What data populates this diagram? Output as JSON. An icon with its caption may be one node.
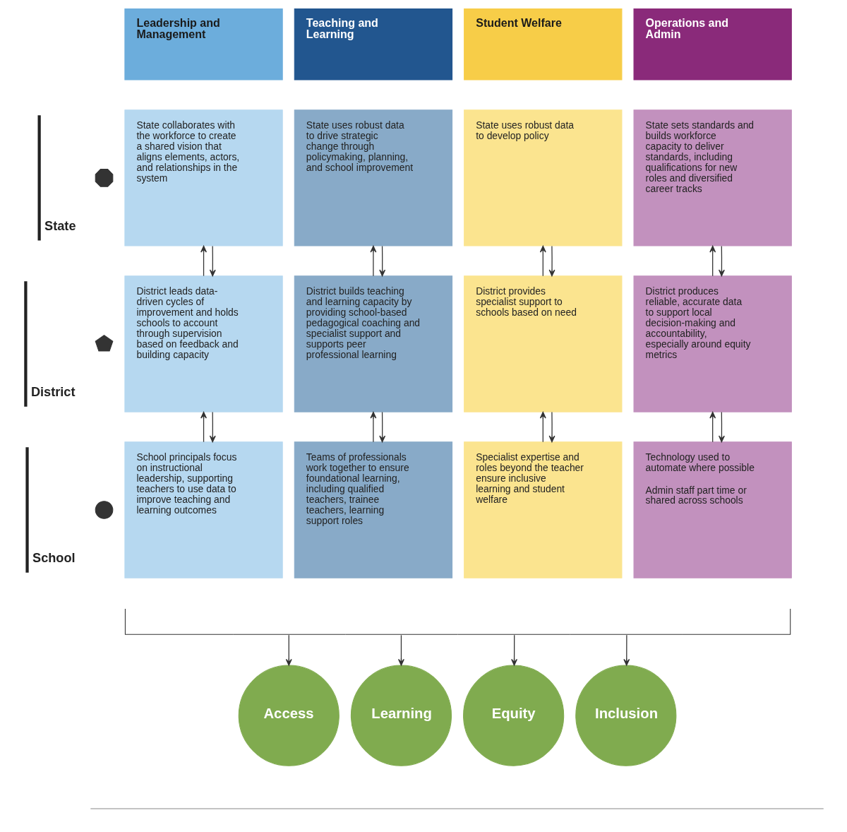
{
  "diagram": {
    "nodes": [
      {
        "text": [
          "Leadership and Management"
        ]
      },
      {
        "text": [
          "Teaching and Learning"
        ]
      },
      {
        "text": [
          "Student Welfare"
        ]
      },
      {
        "text": [
          "Operations and Admin"
        ]
      },
      {
        "text": [],
        "shape": "octagon"
      },
      {
        "text": [
          "State collaborates with the workforce to create a shared vision that aligns elements, actors, and relationships in the system"
        ]
      },
      {
        "text": [
          "State uses robust data to drive strategic change through policymaking, planning, and school improvement"
        ]
      },
      {
        "text": [
          "State uses robust data to develop policy"
        ]
      },
      {
        "text": [
          "State sets standards and builds workforce capacity to deliver standards, including qualifications for new roles and diversified career tracks"
        ]
      },
      {
        "text": [],
        "shape": "pentagon"
      },
      {
        "text": [
          "District leads data-driven cycles of improvement and holds schools to account through supervision based on feedback and building capacity"
        ]
      },
      {
        "text": [
          "District builds teaching and learning capacity by providing school-based pedagogical coaching and specialist support and supports peer professional learning"
        ]
      },
      {
        "text": [
          "District provides specialist support to schools based on need"
        ]
      },
      {
        "text": [
          "District produces reliable, accurate data to support local decision-making and accountability, especially around equity metrics"
        ]
      },
      {
        "text": [],
        "shape": "circle"
      },
      {
        "text": [
          "School principals focus on instructional leadership, supporting teachers to use data to improve teaching and learning outcomes"
        ]
      },
      {
        "text": [
          "Teams of professionals work together to ensure foundational learning, including qualified teachers, trainee teachers, learning support roles"
        ]
      },
      {
        "text": [
          "Specialist expertise and roles beyond the teacher ensure inclusive learning and student welfare"
        ]
      },
      {
        "text": [
          "Technology used to automate where possible",
          "Admin staff part time or shared across schools"
        ]
      },
      {
        "text": [],
        "shape": "bracket"
      },
      {
        "text": [
          "Access"
        ]
      },
      {
        "text": [
          "Learning"
        ]
      },
      {
        "text": [
          "Equity"
        ]
      },
      {
        "text": [
          "Inclusion"
        ]
      }
    ],
    "edges": [
      {
        "from": 10,
        "to": 5,
        "arrow": "to"
      },
      {
        "from": 5,
        "to": 10,
        "arrow": "to"
      },
      {
        "from": 11,
        "to": 6,
        "arrow": "to"
      },
      {
        "from": 6,
        "to": 11,
        "arrow": "to"
      },
      {
        "from": 12,
        "to": 7,
        "arrow": "to"
      },
      {
        "from": 7,
        "to": 12,
        "arrow": "to"
      },
      {
        "from": 13,
        "to": 8,
        "arrow": "to"
      },
      {
        "from": 8,
        "to": 13,
        "arrow": "to"
      },
      {
        "from": 15,
        "to": 10,
        "arrow": "to"
      },
      {
        "from": 10,
        "to": 15,
        "arrow": "to"
      },
      {
        "from": 16,
        "to": 11,
        "arrow": "to"
      },
      {
        "from": 11,
        "to": 16,
        "arrow": "to"
      },
      {
        "from": 17,
        "to": 12,
        "arrow": "to"
      },
      {
        "from": 12,
        "to": 17,
        "arrow": "to"
      },
      {
        "from": 18,
        "to": 13,
        "arrow": "to"
      },
      {
        "from": 13,
        "to": 18,
        "arrow": "to"
      },
      {
        "from": 19,
        "to": 20,
        "arrow": "to"
      },
      {
        "from": 19,
        "to": 21,
        "arrow": "to"
      },
      {
        "from": 19,
        "to": 22,
        "arrow": "to"
      },
      {
        "from": 19,
        "to": 23,
        "arrow": "to"
      }
    ],
    "labels": [
      "State",
      "District",
      "School"
    ]
  }
}
